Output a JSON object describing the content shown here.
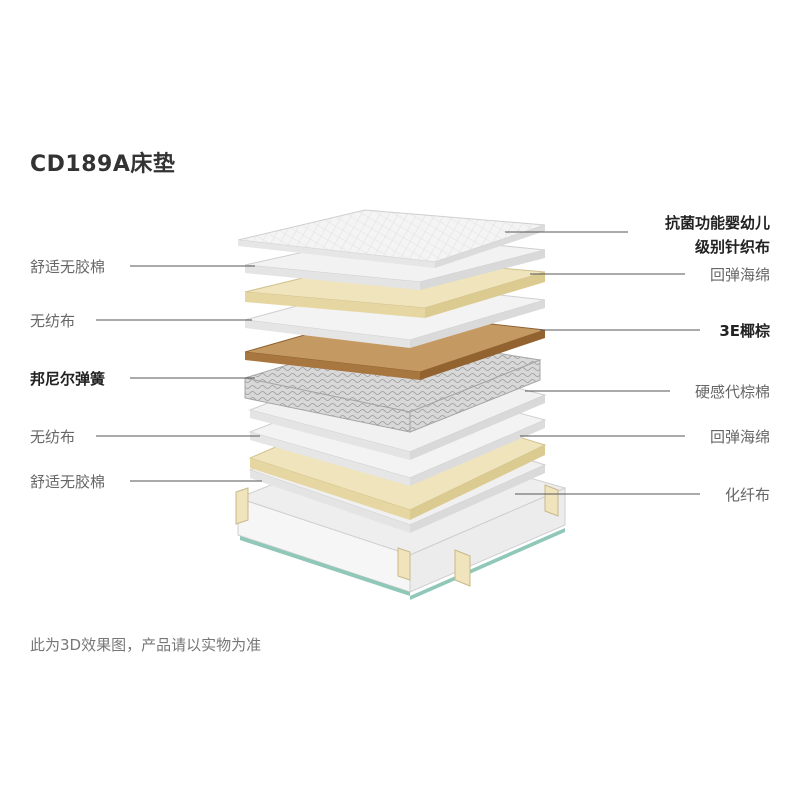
{
  "title": "CD189A床垫",
  "labels_left": [
    {
      "text": "舒适无胶棉",
      "bold": false
    },
    {
      "text": "无纺布",
      "bold": false
    },
    {
      "text": "邦尼尔弹簧",
      "bold": true
    },
    {
      "text": "无纺布",
      "bold": false
    },
    {
      "text": "舒适无胶棉",
      "bold": false
    }
  ],
  "labels_right": [
    {
      "text": "抗菌功能婴幼儿",
      "bold": true
    },
    {
      "text": "级别针织布",
      "bold": true
    },
    {
      "text": "回弹海绵",
      "bold": false
    },
    {
      "text": "3E椰棕",
      "bold": true
    },
    {
      "text": "硬感代棕棉",
      "bold": false
    },
    {
      "text": "回弹海绵",
      "bold": false
    },
    {
      "text": "化纤布",
      "bold": false
    }
  ],
  "footnote": "此为3D效果图，产品请以实物为准",
  "colors": {
    "foam": "#f2f2f2",
    "sponge": "#efe4bb",
    "coir": "#a8763f",
    "frame_edge": "#8fc7b8"
  }
}
